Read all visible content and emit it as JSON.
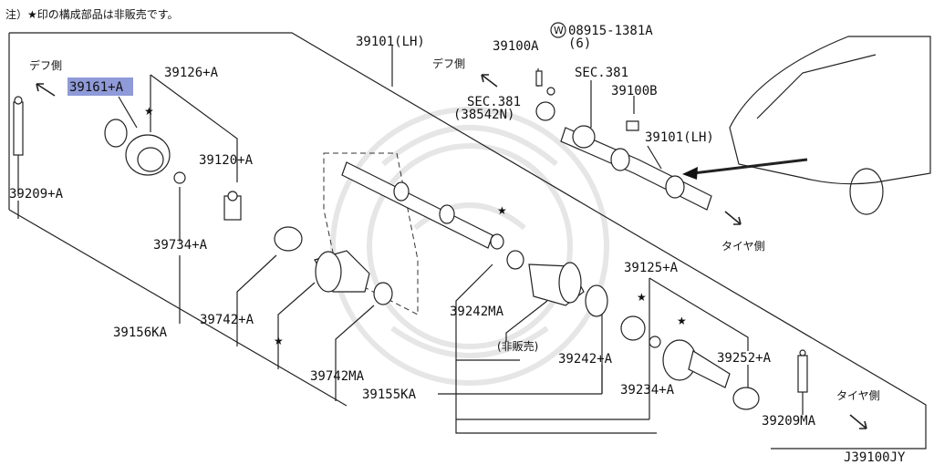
{
  "note": "注）★印の構成部品は非販売です。",
  "directions": {
    "diff_side_left": "デフ側",
    "diff_side_mid": "デフ側",
    "tire_side_right": "タイヤ側",
    "tire_side_bottom": "タイヤ側"
  },
  "labels": {
    "p39161": "39161+A",
    "p39126": "39126+A",
    "p39120": "39120+A",
    "p39209": "39209+A",
    "p39734": "39734+A",
    "p39742": "39742+A",
    "p39742ma": "39742MA",
    "p39156ka": "39156KA",
    "p39101lh_top": "39101(LH)",
    "p39100a": "39100A",
    "p08915": "08915-1381A",
    "p08915_qty": "(6)",
    "w_mark": "W",
    "sec381_a": "SEC.381",
    "sec381_b": "SEC.381",
    "sec381_sub": "(38542N)",
    "p39100b": "39100B",
    "p39101lh_right": "39101(LH)",
    "p39242ma": "39242MA",
    "not_sold": "(非販売)",
    "p39242": "39242+A",
    "p39155ka": "39155KA",
    "p39125": "39125+A",
    "p39234": "39234+A",
    "p39252": "39252+A",
    "p39209ma": "39209MA",
    "diagram_code": "J39100JY"
  },
  "colors": {
    "highlight": "#8f9ad8",
    "line": "#222222",
    "watermark": "#e6e6e6"
  }
}
